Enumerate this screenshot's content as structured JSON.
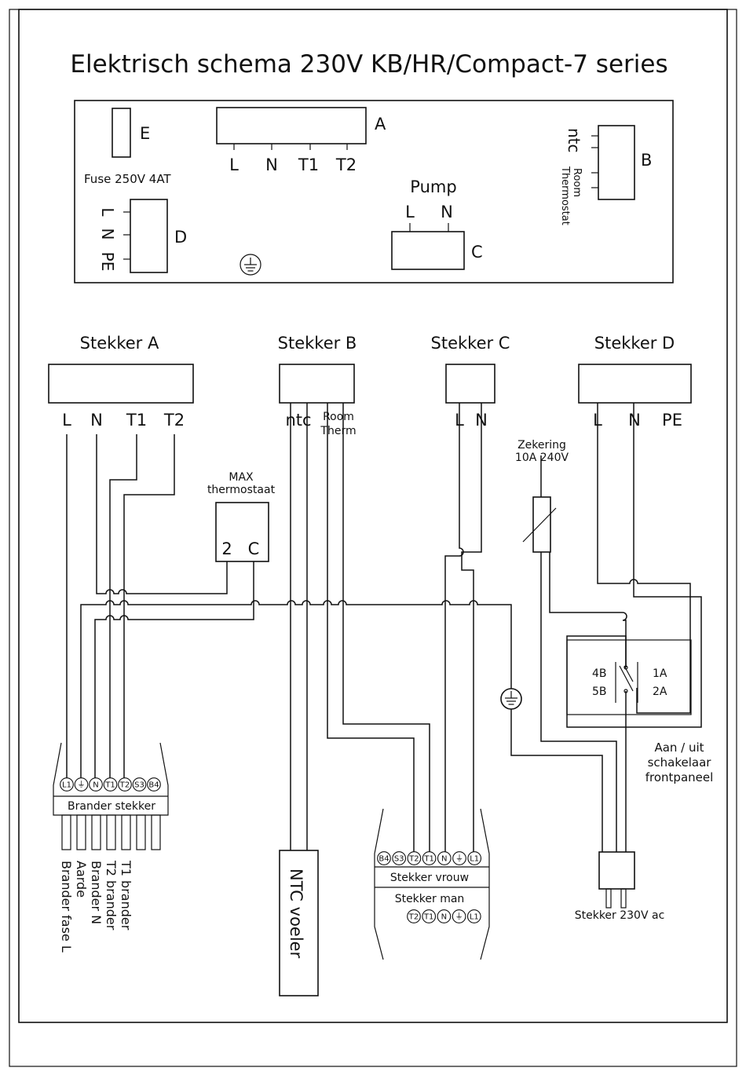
{
  "title": "Elektrisch schema 230V KB/HR/Compact-7 series",
  "overview": {
    "fuse_letter": "E",
    "fuse_label": "Fuse 250V 4AT",
    "conn_a_letter": "A",
    "conn_a_pins": [
      "L",
      "N",
      "T1",
      "T2"
    ],
    "conn_b_letter": "B",
    "conn_b_ntc": "ntc",
    "conn_b_room": "Room",
    "conn_b_thermostat": "Thermostat",
    "pump_label": "Pump",
    "pump_pins": [
      "L",
      "N"
    ],
    "conn_c_letter": "C",
    "conn_d_letter": "D",
    "conn_d_pins": [
      "L",
      "N",
      "PE"
    ]
  },
  "stekkers": {
    "a": {
      "label": "Stekker A",
      "pins": [
        "L",
        "N",
        "T1",
        "T2"
      ]
    },
    "b": {
      "label": "Stekker B",
      "ntc": "ntc",
      "room": "Room",
      "therm": "Therm"
    },
    "c": {
      "label": "Stekker C",
      "pins": [
        "L",
        "N"
      ]
    },
    "d": {
      "label": "Stekker D",
      "pins": [
        "L",
        "N",
        "PE"
      ]
    }
  },
  "max_thermostat": {
    "line1": "MAX",
    "line2": "thermostaat",
    "pins": [
      "2",
      "C"
    ]
  },
  "fuse_10a": {
    "line1": "Zekering",
    "line2": "10A 240V"
  },
  "switch": {
    "pins_left": [
      "4B",
      "5B"
    ],
    "pins_right": [
      "1A",
      "2A"
    ],
    "label_lines": [
      "Aan / uit",
      "schakelaar",
      "frontpaneel"
    ]
  },
  "brander": {
    "pins": [
      "L1",
      "⏚",
      "N",
      "T1",
      "T2",
      "S3",
      "B4"
    ],
    "label": "Brander stekker",
    "wire_labels": [
      "Brander fase L",
      "Aarde",
      "Brander N",
      "T2 brander",
      "T1 brander"
    ]
  },
  "ntc_sensor": {
    "label": "NTC voeler"
  },
  "vrouw": {
    "pins": [
      "B4",
      "S3",
      "T2",
      "T1",
      "N",
      "⏚",
      "L1"
    ],
    "label": "Stekker vrouw"
  },
  "man": {
    "label": "Stekker man",
    "pins": [
      "T2",
      "T1",
      "N",
      "⏚",
      "L1"
    ]
  },
  "plug": {
    "label": "Stekker 230V ac"
  }
}
